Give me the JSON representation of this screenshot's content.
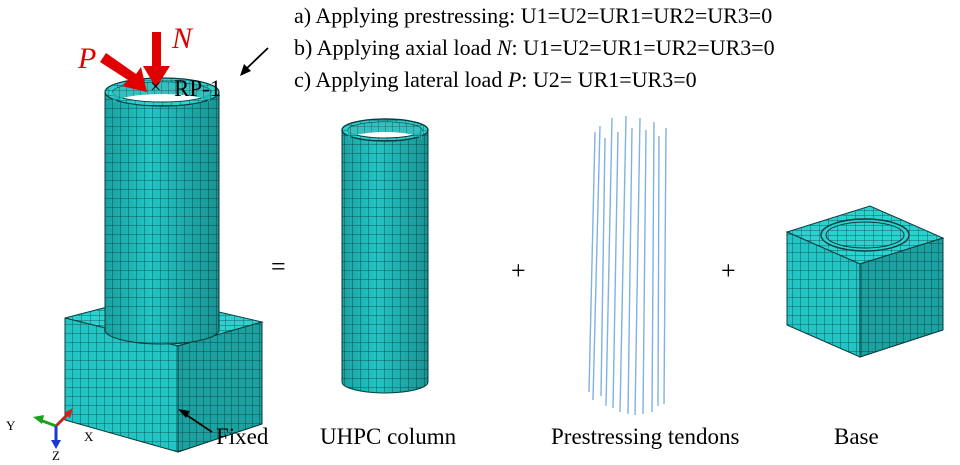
{
  "boundary_conditions": [
    {
      "prefix": "a) Applying prestressing: ",
      "var": "",
      "suffix": "U1=U2=UR1=UR2=UR3=0"
    },
    {
      "prefix": "b) Applying axial load ",
      "var": "N",
      "suffix": ": U1=U2=UR1=UR2=UR3=0"
    },
    {
      "prefix": "c) Applying lateral load ",
      "var": "P",
      "suffix": ": U2= UR1=UR3=0"
    }
  ],
  "loads": {
    "axial": "N",
    "lateral": "P"
  },
  "reference_point": "RP-1",
  "reference_mark": "×",
  "fixed_label": "Fixed",
  "operators": {
    "equals": "=",
    "plus1": "+",
    "plus2": "+"
  },
  "components": {
    "column": "UHPC column",
    "tendons": "Prestressing tendons",
    "base": "Base"
  },
  "axes": {
    "x": "X",
    "y": "Y",
    "z": "Z"
  },
  "colors": {
    "mesh_fill": "#22c4c4",
    "mesh_dark": "#149a9a",
    "mesh_line": "#0a3d3d",
    "load_arrow": "#e00000",
    "tendon": "#7fb2e5",
    "axis_x": "#d02020",
    "axis_y": "#1aa31a",
    "axis_z": "#1a3ad0"
  }
}
